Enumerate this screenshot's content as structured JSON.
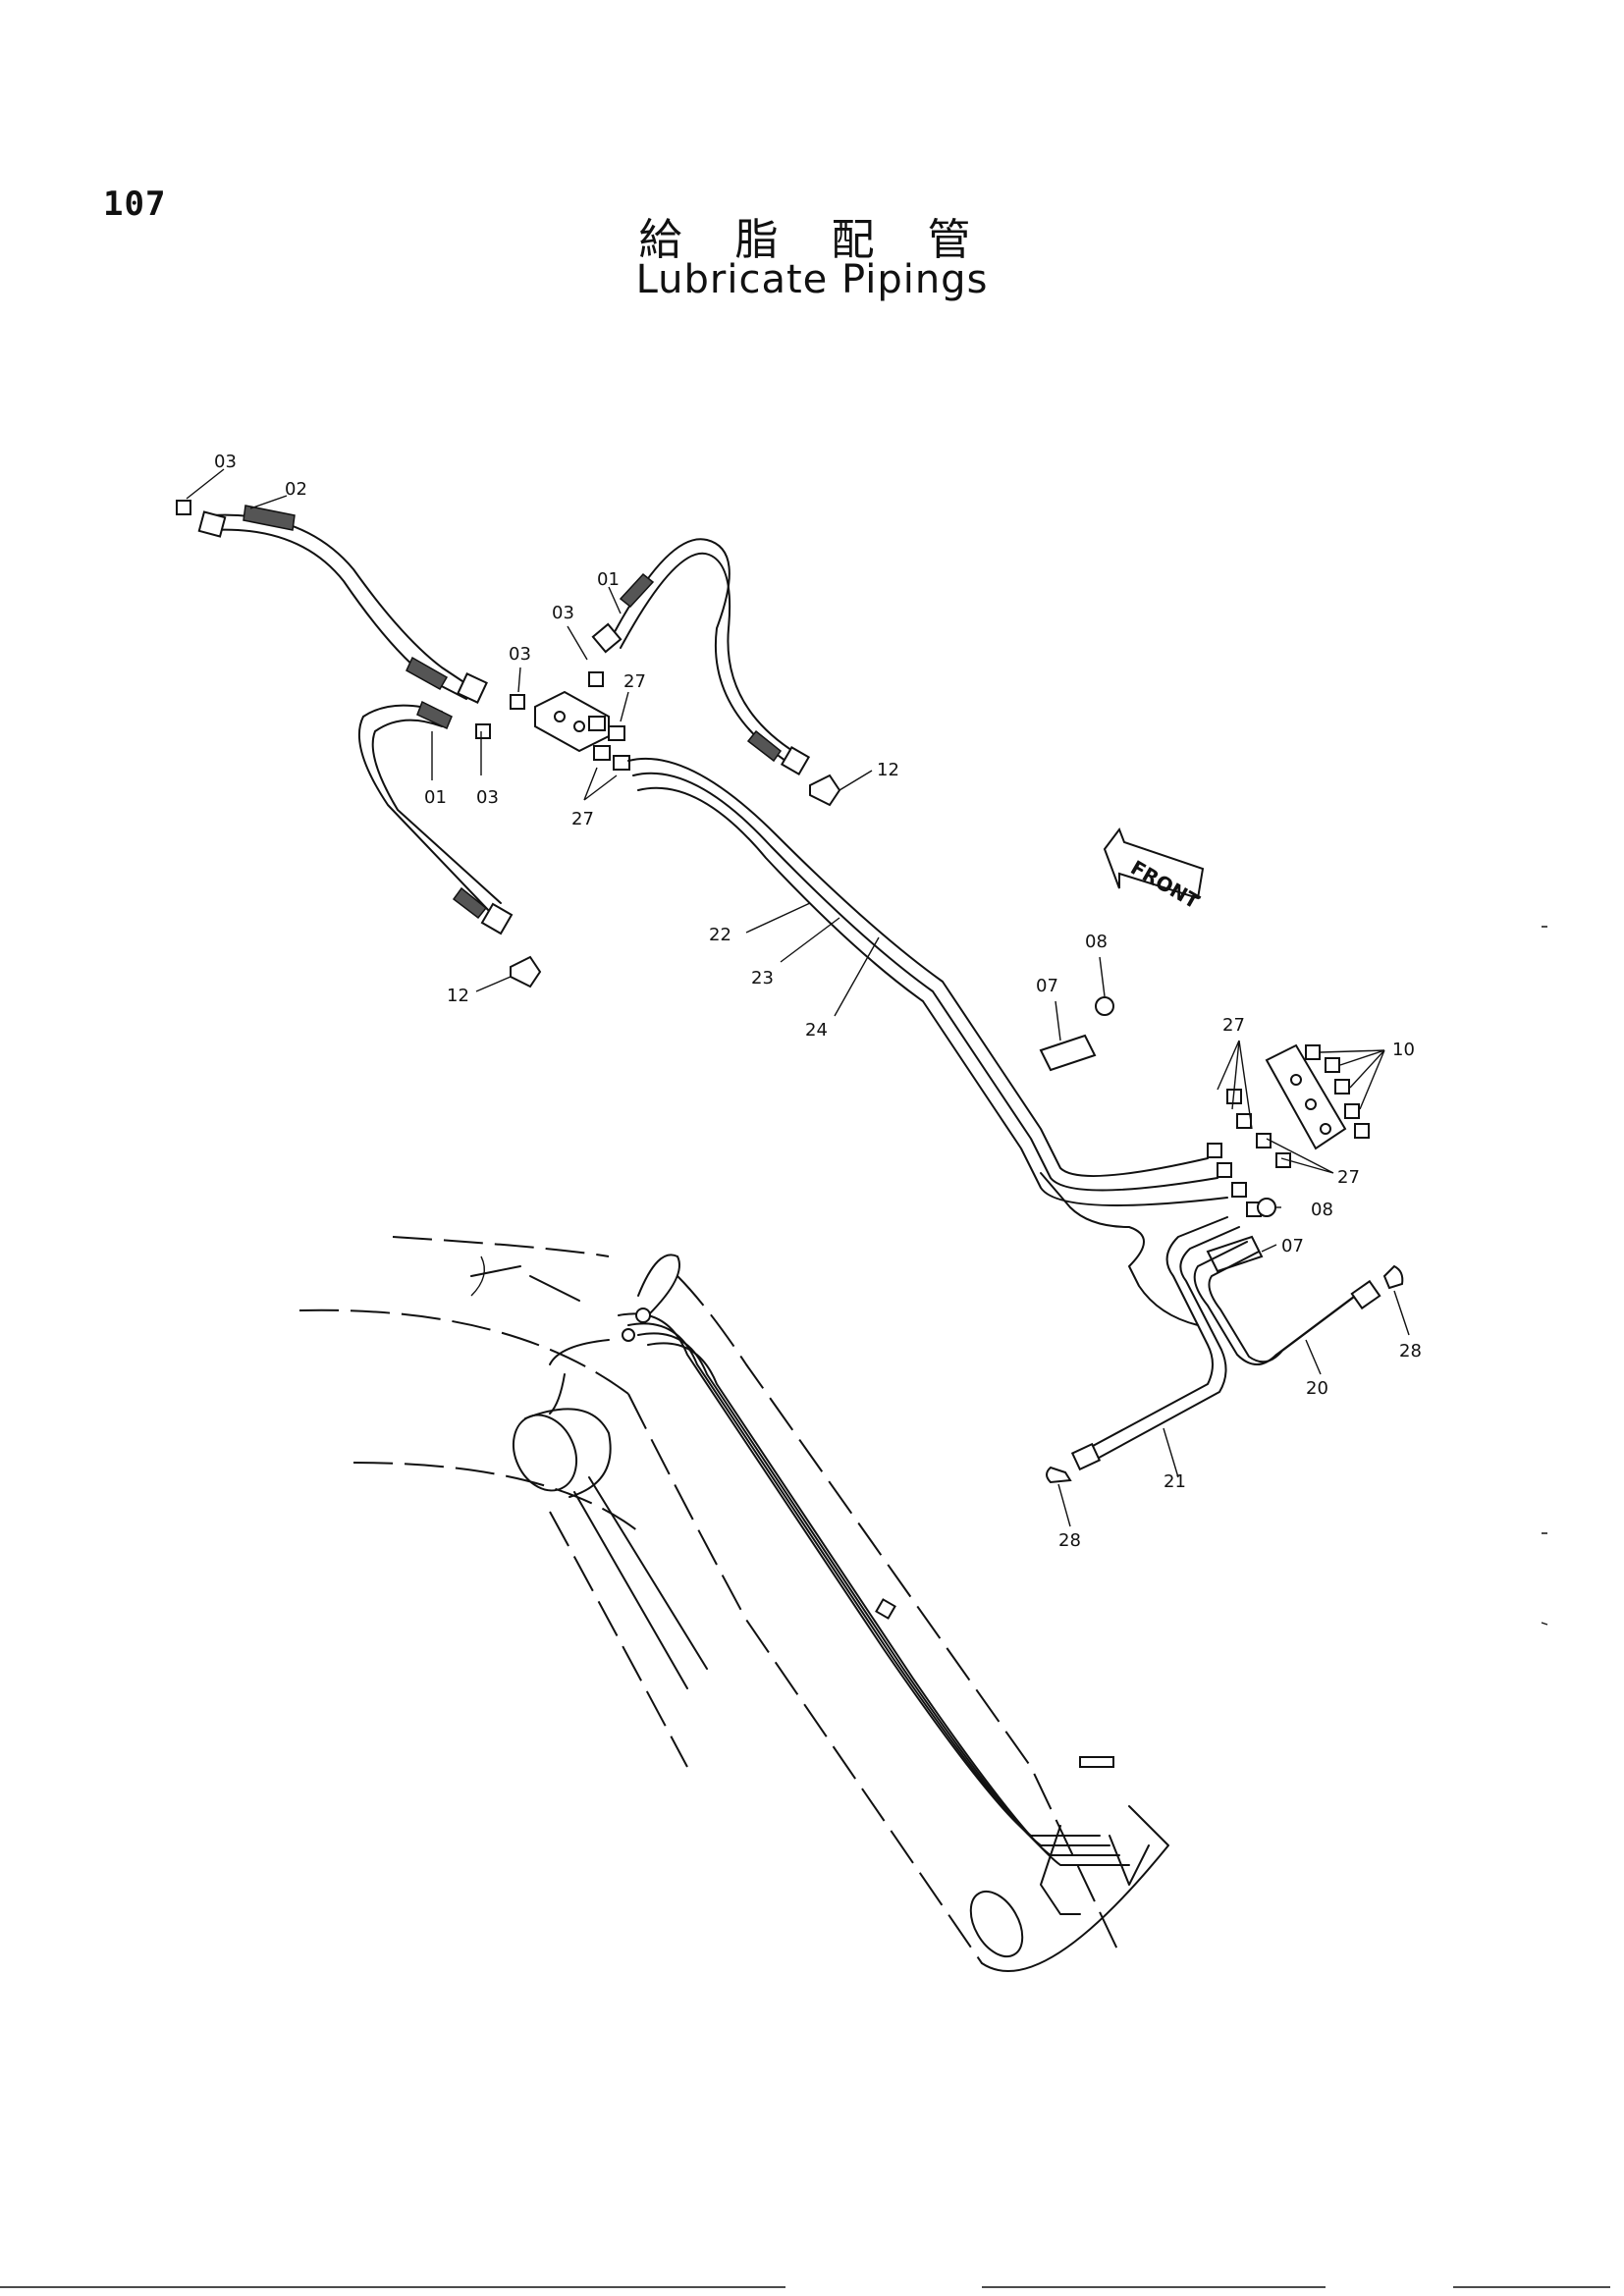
{
  "page_number": "107",
  "title_jp": "給 脂 配 管",
  "title_en": "Lubricate Pipings",
  "front_marker": "FRONT",
  "callouts": [
    "03",
    "02",
    "01",
    "03",
    "03",
    "03",
    "27",
    "01",
    "27",
    "12",
    "12",
    "22",
    "23",
    "24",
    "08",
    "07",
    "27",
    "10",
    "27",
    "08",
    "07",
    "28",
    "20",
    "21",
    "28"
  ]
}
